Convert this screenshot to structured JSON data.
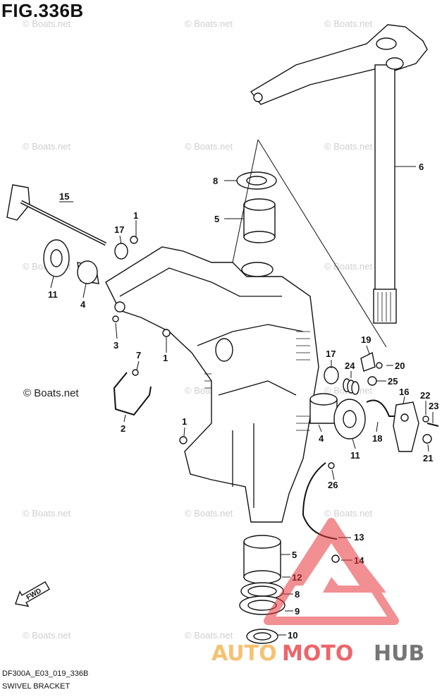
{
  "figure": {
    "title": "FIG.336B",
    "code": "DF300A_E03_019_336B",
    "section": "SWIVEL BRACKET"
  },
  "watermark": "© Boats.net",
  "fwd_label": "FWD",
  "logo": {
    "text_left": "AUTO",
    "text_mid": "MOTO",
    "text_right": "HUB"
  },
  "callouts": [
    {
      "id": "c15",
      "num": "15"
    },
    {
      "id": "c1a",
      "num": "1"
    },
    {
      "id": "c17a",
      "num": "17"
    },
    {
      "id": "c11a",
      "num": "11"
    },
    {
      "id": "c4a",
      "num": "4"
    },
    {
      "id": "c3",
      "num": "3"
    },
    {
      "id": "c8a",
      "num": "8"
    },
    {
      "id": "c5a",
      "num": "5"
    },
    {
      "id": "c6",
      "num": "6"
    },
    {
      "id": "c1b",
      "num": "1"
    },
    {
      "id": "c7",
      "num": "7"
    },
    {
      "id": "c2",
      "num": "2"
    },
    {
      "id": "c1c",
      "num": "1"
    },
    {
      "id": "c19",
      "num": "19"
    },
    {
      "id": "c20",
      "num": "20"
    },
    {
      "id": "c17b",
      "num": "17"
    },
    {
      "id": "c24",
      "num": "24"
    },
    {
      "id": "c25",
      "num": "25"
    },
    {
      "id": "c16",
      "num": "16"
    },
    {
      "id": "c22",
      "num": "22"
    },
    {
      "id": "c23",
      "num": "23"
    },
    {
      "id": "c4b",
      "num": "4"
    },
    {
      "id": "c11b",
      "num": "11"
    },
    {
      "id": "c18",
      "num": "18"
    },
    {
      "id": "c21",
      "num": "21"
    },
    {
      "id": "c26",
      "num": "26"
    },
    {
      "id": "c13",
      "num": "13"
    },
    {
      "id": "c5b",
      "num": "5"
    },
    {
      "id": "c14",
      "num": "14"
    },
    {
      "id": "c12",
      "num": "12"
    },
    {
      "id": "c8b",
      "num": "8"
    },
    {
      "id": "c9",
      "num": "9"
    },
    {
      "id": "c10",
      "num": "10"
    }
  ]
}
